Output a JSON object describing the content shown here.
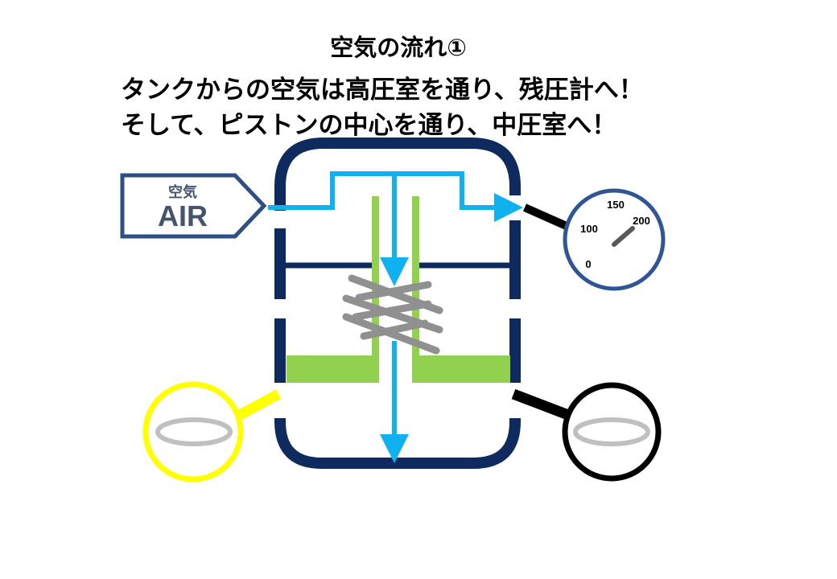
{
  "title": "空気の流れ①",
  "description_lines": [
    "タンクからの空気は高圧室を通り、残圧計へ！",
    "そして、ピストンの中心を通り、中圧室へ！"
  ],
  "air_inlet": {
    "label_jp": "空気",
    "label_en": "AIR"
  },
  "gauge": {
    "ticks": [
      "0",
      "100",
      "150",
      "200"
    ]
  },
  "colors": {
    "housing": "#0f2a5e",
    "air_flow": "#10b1ee",
    "piston": "#92d050",
    "spring": "#909090",
    "inlet_badge": "#2f4f84",
    "gauge_rim": "#2f5597",
    "left_magnifier": "#ffff00",
    "right_magnifier": "#000000",
    "o_ring": "#c0c0c0"
  },
  "icons": {
    "left_magnifier": "magnifier-icon",
    "right_magnifier": "magnifier-icon",
    "o_ring": "o-ring-icon"
  }
}
